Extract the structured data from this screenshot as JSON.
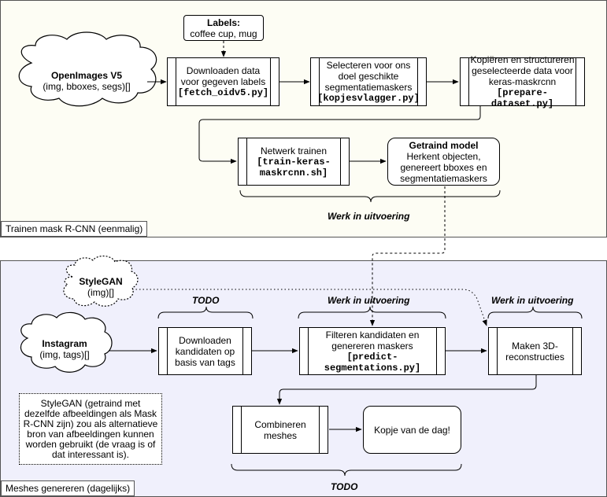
{
  "groups": {
    "training_label": "Trainen mask R-CNN (eenmalig)",
    "meshes_label": "Meshes genereren (dagelijks)"
  },
  "nodes": {
    "labels_title": "Labels:",
    "labels_values": "coffee cup, mug",
    "openimages_title": "OpenImages V5",
    "openimages_sub": "(img, bboxes, segs)[]",
    "download_text": "Downloaden data voor gegeven labels",
    "download_script": "[fetch_oidv5.py]",
    "select_text": "Selecteren voor ons doel geschikte segmentatiemaskers",
    "select_script": "[kopjesvlagger.py]",
    "copy_text": "Kopiëren en structureren geselecteerde data voor keras-maskrcnn",
    "copy_script": "[prepare-dataset.py]",
    "train_text": "Netwerk trainen",
    "train_script": "[train-keras-maskrcnn.sh]",
    "model_title": "Getraind model",
    "model_text": "Herkent objecten, genereert bboxes en segmentatiemaskers",
    "stylegan_title": "StyleGAN",
    "stylegan_sub": "(img)[]",
    "instagram_title": "Instagram",
    "instagram_sub": "(img, tags)[]",
    "dl_candidates_text": "Downloaden kandidaten op basis van tags",
    "filter_text": "Filteren kandidaten en genereren maskers",
    "filter_script": "[predict-segmentations.py]",
    "reconstruct_text": "Maken 3D-reconstructies",
    "combine_text": "Combineren meshes",
    "mug_of_day": "Kopje van de dag!",
    "stylegan_note": "StyleGAN (getraind met dezelfde afbeeldingen als Mask R-CNN zijn) zou als alternatieve bron van afbeeldingen kunnen worden gebruikt (de vraag is of dat interessant is)."
  },
  "annotations": {
    "wip_training": "Werk in uitvoering",
    "todo_download": "TODO",
    "wip_filter": "Werk in uitvoering",
    "wip_reconstruct": "Werk in uitvoering",
    "todo_combine": "TODO"
  }
}
